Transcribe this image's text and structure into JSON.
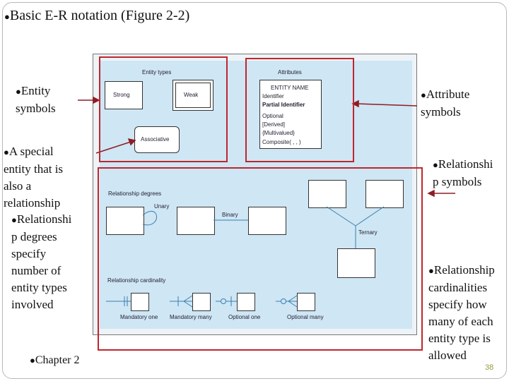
{
  "slide": {
    "title": "Basic E-R notation (Figure 2-2)",
    "left_notes": {
      "entity_symbols": [
        "Entity",
        "symbols"
      ],
      "special_entity": [
        "A special",
        "entity that is",
        "also a",
        "relationship"
      ],
      "rel_degrees": [
        "Relationshi",
        "p degrees",
        "specify",
        "number of",
        "entity types",
        "involved"
      ],
      "chapter": "Chapter 2"
    },
    "right_notes": {
      "attribute_symbols": [
        "Attribute",
        "symbols"
      ],
      "relationship_symbols": [
        "Relationshi",
        "p symbols"
      ],
      "cardinalities": [
        "Relationship",
        "cardinalities",
        "specify how",
        "many of each",
        "entity type is",
        "allowed"
      ]
    },
    "page_number": "38"
  },
  "figure": {
    "entity_types": {
      "heading": "Entity types",
      "strong": "Strong",
      "weak": "Weak",
      "associative": "Associative"
    },
    "attributes": {
      "heading": "Attributes",
      "entity_name": "ENTITY NAME",
      "items": [
        "Identifier",
        "Partial Identifier",
        "Optional",
        "[Derived]",
        "{Multivalued}",
        "Composite( , , )"
      ]
    },
    "relationship_degrees": {
      "heading": "Relationship degrees",
      "unary": "Unary",
      "binary": "Binary",
      "ternary": "Ternary"
    },
    "relationship_cardinality": {
      "heading": "Relationship cardinality",
      "mandatory_one": "Mandatory one",
      "mandatory_many": "Mandatory many",
      "optional_one": "Optional one",
      "optional_many": "Optional many"
    }
  },
  "colors": {
    "highlight_red": "#c0262e",
    "panel_blue": "#cfe6f4",
    "line_blue": "#3a7fb0",
    "bullet_olive": "#6b6b2a"
  }
}
